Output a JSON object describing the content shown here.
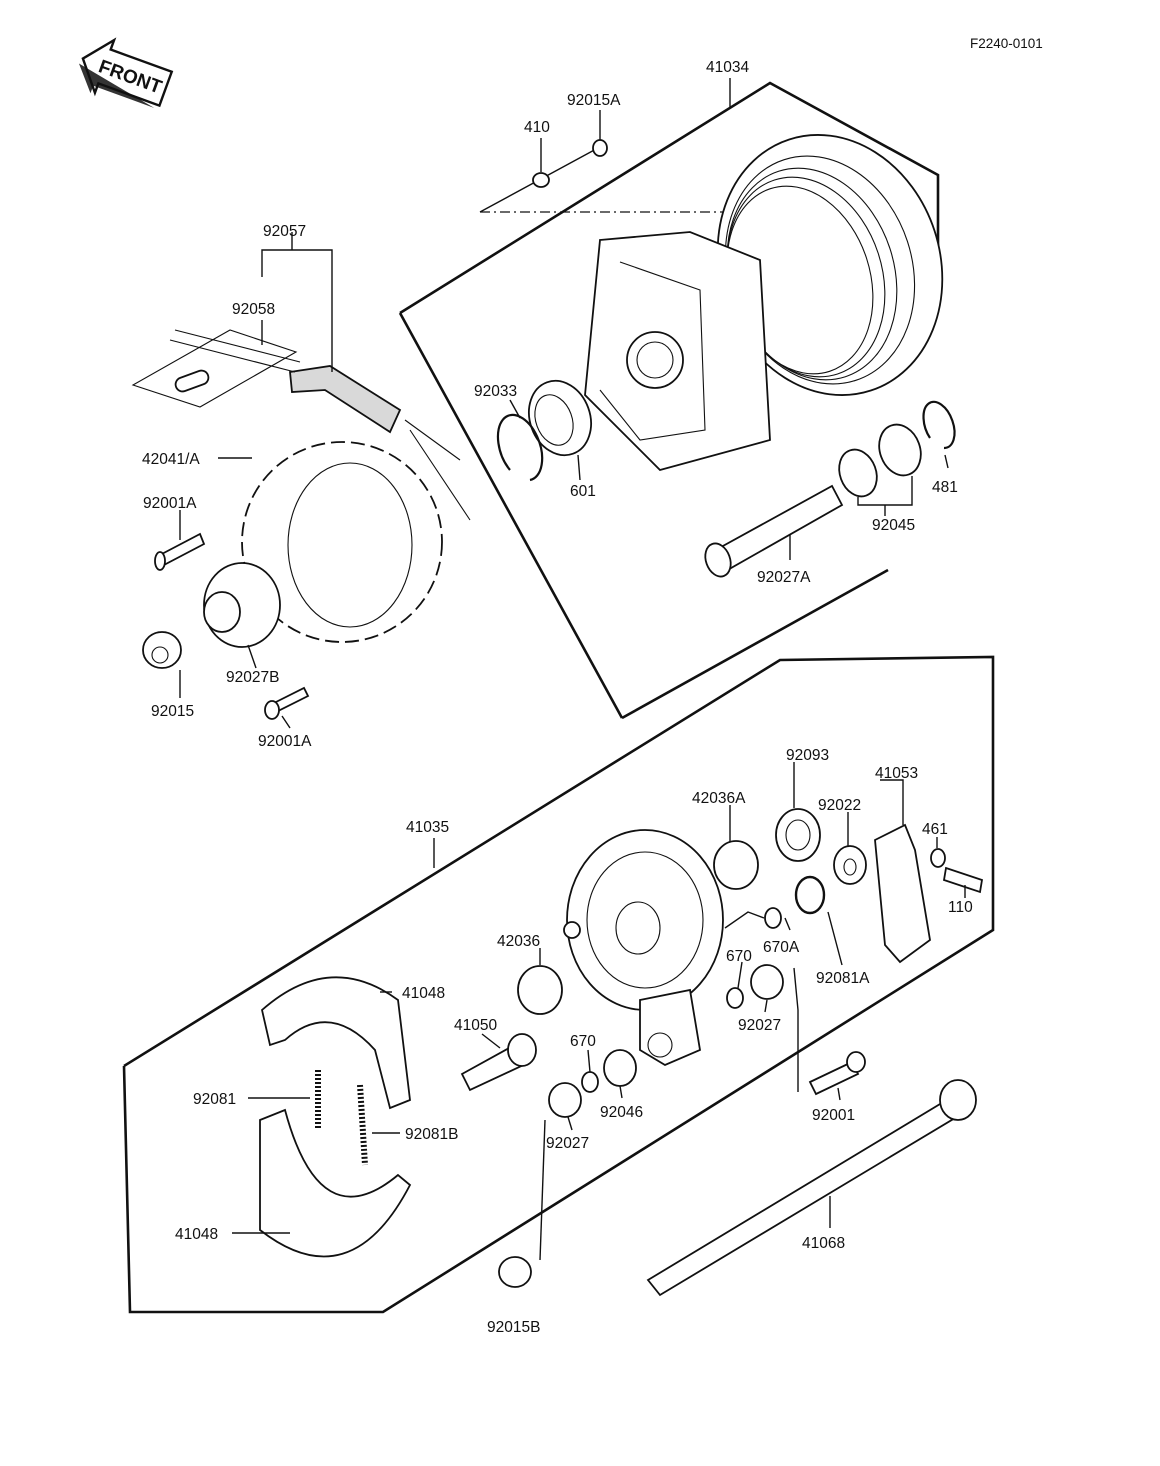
{
  "figure_code": "F2240-0101",
  "front_arrow_label": "FRONT",
  "parts": {
    "p41034": "41034",
    "p92015A": "92015A",
    "p410": "410",
    "p92057": "92057",
    "p92058": "92058",
    "p92033": "92033",
    "p601": "601",
    "p481": "481",
    "p92045": "92045",
    "p92027A": "92027A",
    "p42041A": "42041/A",
    "p92001A_top": "92001A",
    "p92027B": "92027B",
    "p92015": "92015",
    "p92001A_bottom": "92001A",
    "p41035": "41035",
    "p92093": "92093",
    "p42036A": "42036A",
    "p41053": "41053",
    "p92022": "92022",
    "p461": "461",
    "p110": "110",
    "p42036": "42036",
    "p670A": "670A",
    "p670_right": "670",
    "p92081A": "92081A",
    "p92027_right": "92027",
    "p41048_top": "41048",
    "p41050": "41050",
    "p670_mid": "670",
    "p92046": "92046",
    "p92081": "92081",
    "p92081B": "92081B",
    "p92027_mid": "92027",
    "p92001": "92001",
    "p41048_bottom": "41048",
    "p41068": "41068",
    "p92015B": "92015B"
  }
}
